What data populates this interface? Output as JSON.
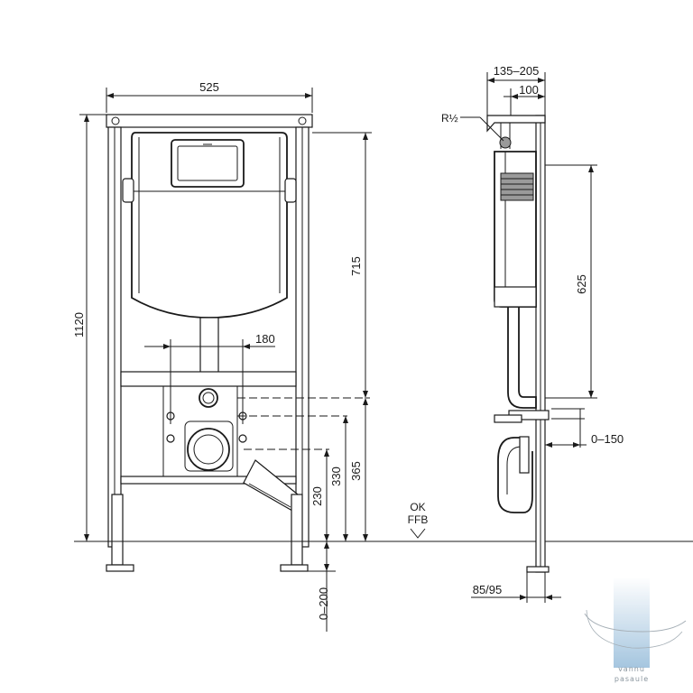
{
  "dimensions": {
    "frame_width": "525",
    "frame_height": "1120",
    "actuator_height": "715",
    "bolt_spacing": "180",
    "drain_height": "365",
    "bolt_height": "330",
    "drain_axis_height": "230",
    "leg_adjust": "0–200",
    "depth_range": "135–205",
    "depth_fixed": "100",
    "side_tank_height": "625",
    "pipe_offset": "0–150",
    "foot_depth": "85/95"
  },
  "labels": {
    "water_inlet": "R½",
    "floor_level_line1": "OK",
    "floor_level_line2": "FFB"
  },
  "watermark": {
    "text_line1": "vannu",
    "text_line2": "pasaule",
    "color": "#8fb8d8"
  }
}
